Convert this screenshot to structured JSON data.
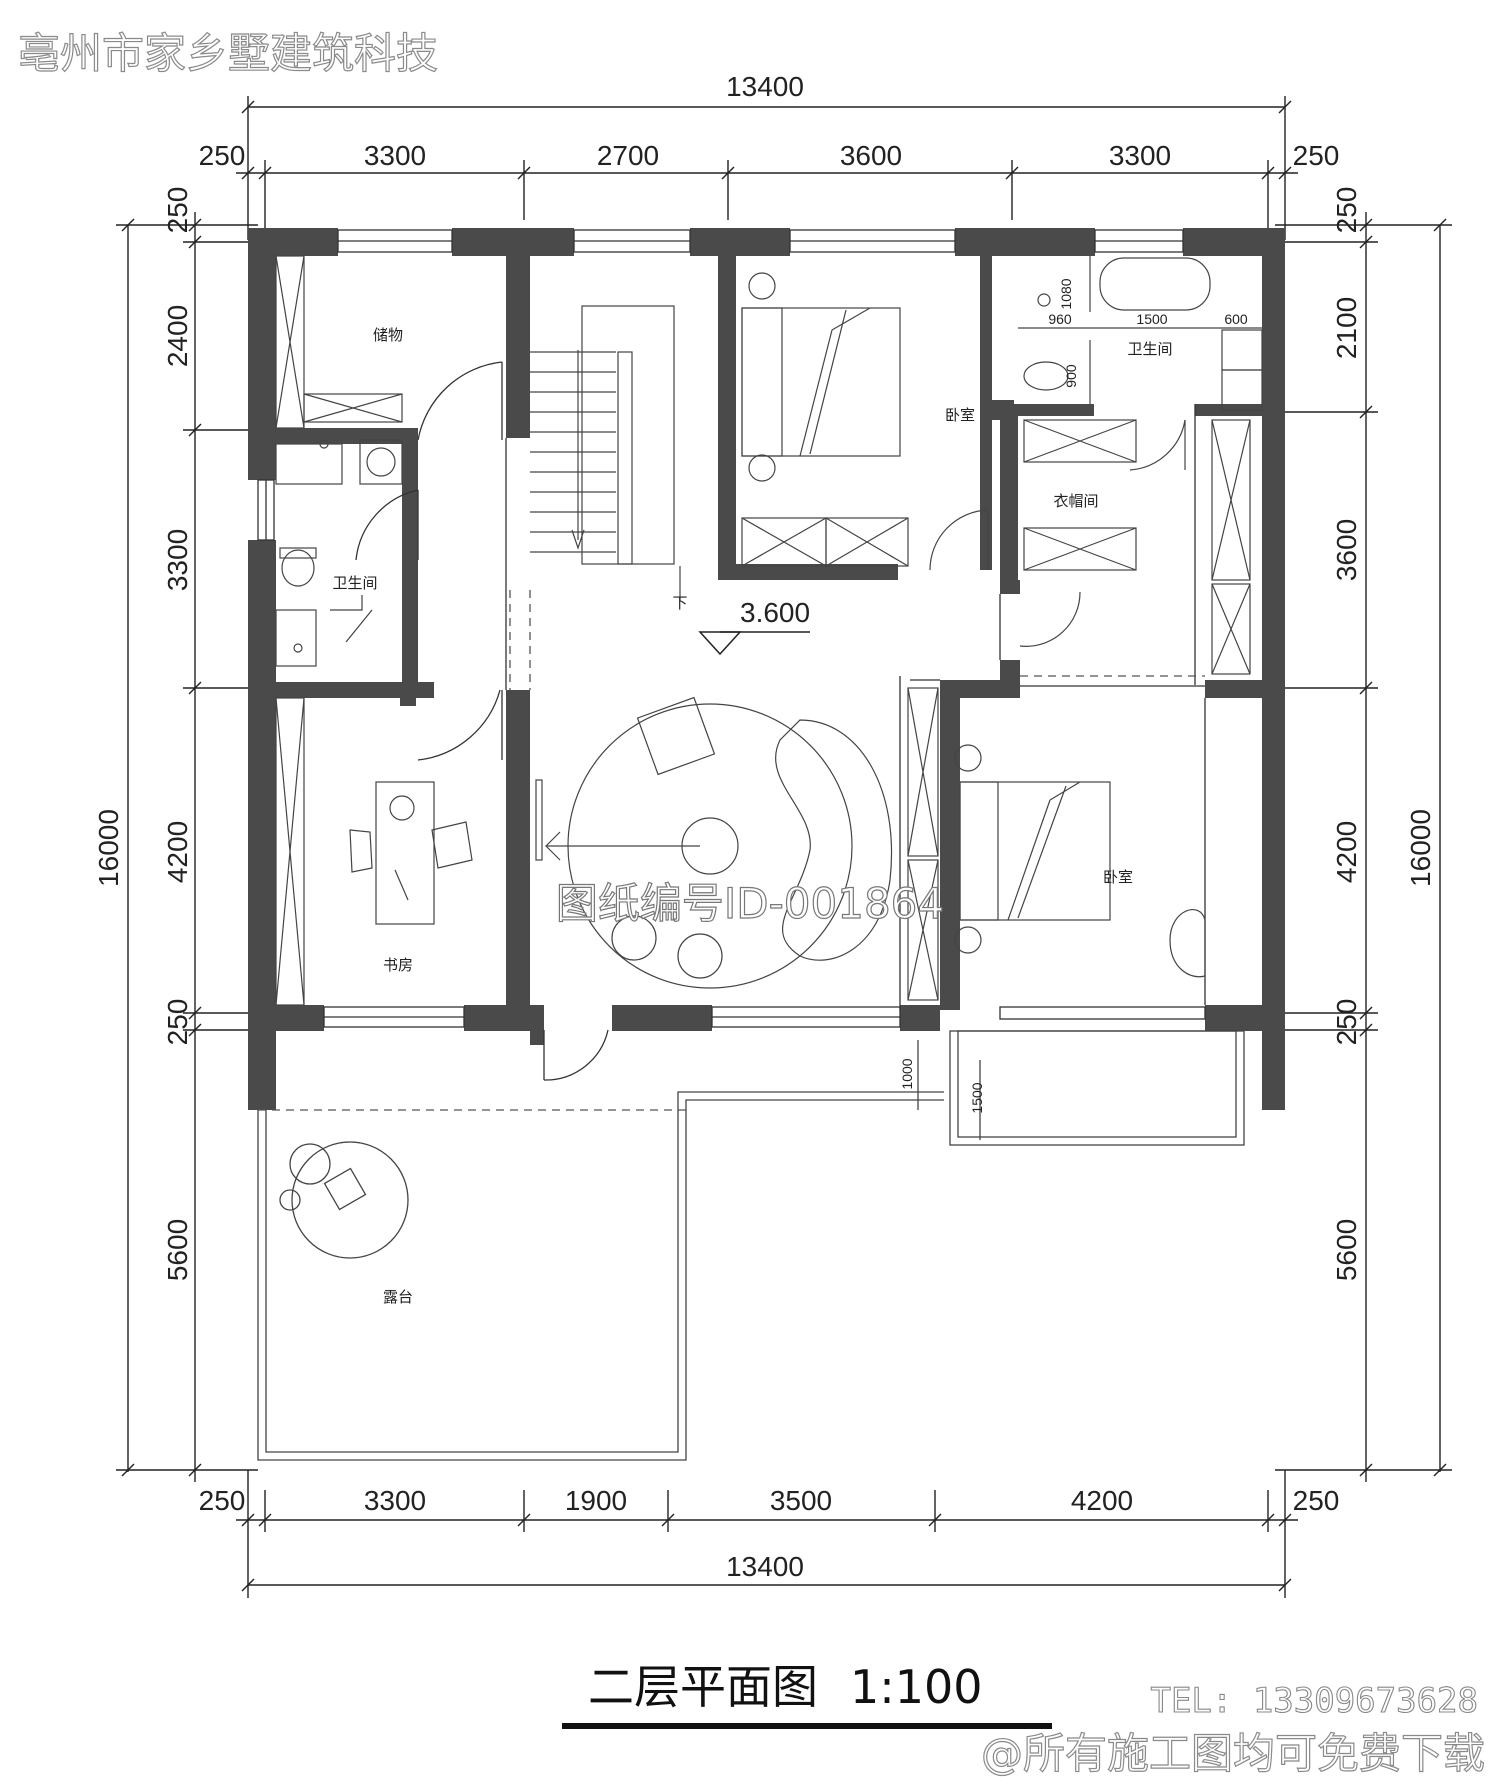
{
  "watermark_top": "亳州市家乡墅建筑科技",
  "watermark_center": "图纸编号ID-001864",
  "contact_tel": "TEL: 13309673628",
  "contact_note": "@所有施工图均可免费下载",
  "drawing_title": "二层平面图",
  "drawing_scale": "1:100",
  "level_mark": "3.600",
  "stair_down": "下",
  "rooms": {
    "storage": "储物",
    "bathroom_left": "卫生间",
    "study": "书房",
    "terrace": "露台",
    "bedroom_north": "卧室",
    "bedroom_south": "卧室",
    "bathroom_right": "卫生间",
    "closet": "衣帽间"
  },
  "dimensions": {
    "top_total": "13400",
    "top_segments": [
      "250",
      "3300",
      "2700",
      "3600",
      "3300",
      "250"
    ],
    "bottom_segments": [
      "250",
      "3300",
      "1900",
      "3500",
      "4200",
      "250"
    ],
    "bottom_total": "13400",
    "left_segments": [
      "250",
      "2400",
      "3300",
      "4200",
      "250",
      "5600"
    ],
    "left_total": "16000",
    "right_segments": [
      "250",
      "2100",
      "3600",
      "4200",
      "250",
      "5600"
    ],
    "right_total": "16000",
    "bathroom_details": [
      "1080",
      "960",
      "1500",
      "600",
      "900"
    ],
    "balcony_details": [
      "1000",
      "1500"
    ]
  }
}
